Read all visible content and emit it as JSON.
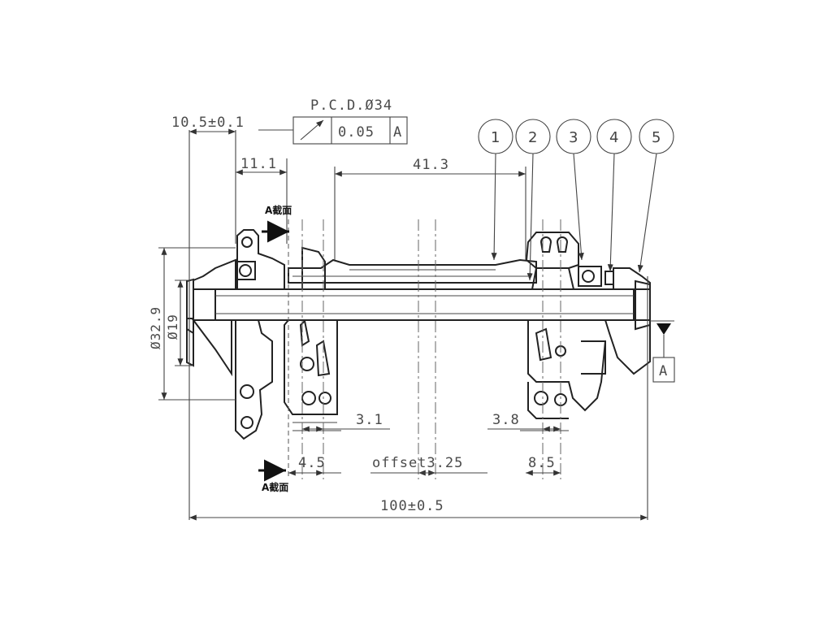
{
  "gdt": {
    "pcd_label": "P.C.D.Ø34",
    "tolerance": "0.05",
    "datum_ref": "A"
  },
  "dimensions": {
    "flange_offset": "10.5±0.1",
    "flange_width": "11.1",
    "flange_spacing": "41.3",
    "dia_outer": "Ø32.9",
    "dia_inner": "Ø19",
    "left_inner": "3.1",
    "right_inner": "3.8",
    "left_bottom": "4.5",
    "offset": "offset3.25",
    "right_bottom": "8.5",
    "overall_length": "100±0.5"
  },
  "section_labels": {
    "top": "A截面",
    "bottom": "A截面"
  },
  "datum": {
    "label": "A"
  },
  "callouts": [
    "1",
    "2",
    "3",
    "4",
    "5"
  ]
}
